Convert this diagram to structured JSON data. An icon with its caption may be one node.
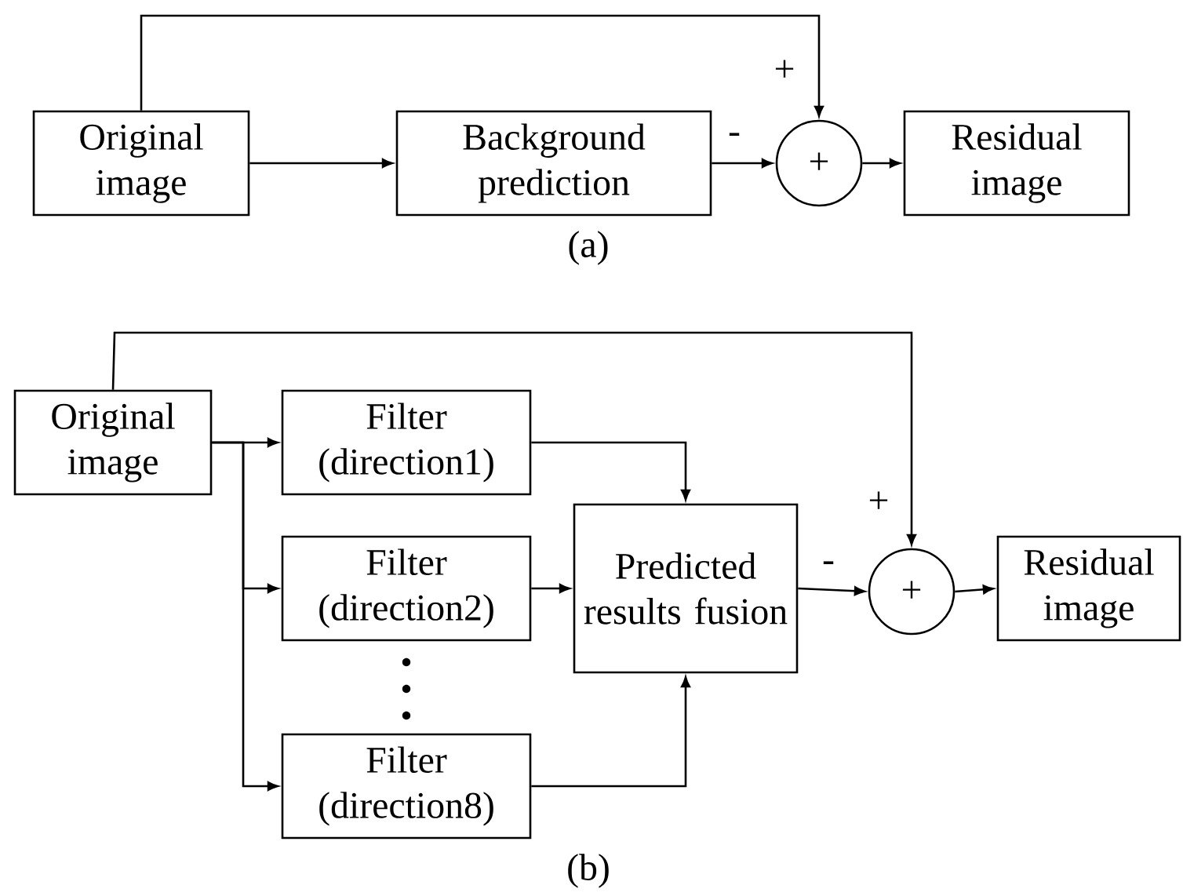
{
  "diagram": {
    "nodes": [
      {
        "text": [
          "Original image"
        ]
      },
      {
        "text": [
          "Background prediction"
        ]
      },
      {
        "text": [
          "+"
        ]
      },
      {
        "text": [
          "Residual image"
        ]
      },
      {
        "text": [
          "Original image"
        ]
      },
      {
        "text": [
          "Filter (direction1)"
        ]
      },
      {
        "text": [
          "Filter (direction2)"
        ]
      },
      {
        "text": [
          "Filter (direction8)"
        ]
      },
      {
        "text": [
          "Predicted results fusion"
        ]
      },
      {
        "text": [
          "+"
        ]
      },
      {
        "text": [
          "Residual image"
        ]
      }
    ],
    "edges": [
      {
        "from": 0,
        "to": 1,
        "arrow": "to"
      },
      {
        "from": 1,
        "to": 2,
        "arrow": "to",
        "label": "-"
      },
      {
        "from": 0,
        "to": 2,
        "arrow": "to",
        "label": "+"
      },
      {
        "from": 2,
        "to": 3,
        "arrow": "to"
      },
      {
        "from": 4,
        "to": 5,
        "arrow": "to"
      },
      {
        "from": 4,
        "to": 6,
        "arrow": "to"
      },
      {
        "from": 4,
        "to": 7,
        "arrow": "to"
      },
      {
        "from": 5,
        "to": 8,
        "arrow": "to"
      },
      {
        "from": 6,
        "to": 8,
        "arrow": "to"
      },
      {
        "from": 7,
        "to": 8,
        "arrow": "to"
      },
      {
        "from": 8,
        "to": 9,
        "arrow": "to",
        "label": "-"
      },
      {
        "from": 4,
        "to": 9,
        "arrow": "to",
        "label": "+"
      },
      {
        "from": 9,
        "to": 10,
        "arrow": "to"
      }
    ],
    "labels": [
      "(a)",
      "(b)"
    ]
  }
}
